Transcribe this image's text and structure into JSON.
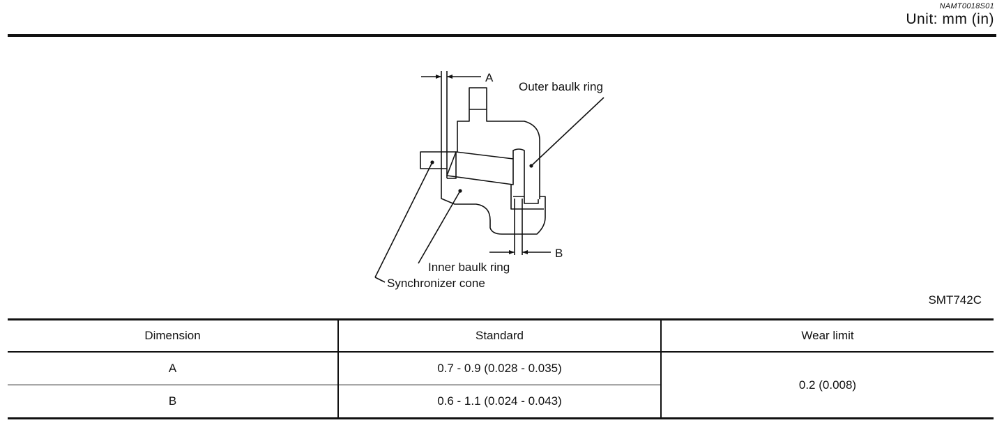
{
  "header": {
    "doc_code": "NAMT0018S01",
    "unit": "Unit: mm (in)"
  },
  "figure": {
    "labels": {
      "dim_a": "A",
      "dim_b": "B",
      "outer_baulk_ring": "Outer baulk ring",
      "inner_baulk_ring": "Inner baulk ring",
      "synchronizer_cone": "Synchronizer cone"
    },
    "code": "SMT742C"
  },
  "table": {
    "headers": [
      "Dimension",
      "Standard",
      "Wear limit"
    ],
    "rows": [
      {
        "dimension": "A",
        "standard": "0.7 - 0.9 (0.028 - 0.035)"
      },
      {
        "dimension": "B",
        "standard": "0.6 - 1.1 (0.024 - 0.043)"
      }
    ],
    "wear_limit": "0.2 (0.008)"
  }
}
